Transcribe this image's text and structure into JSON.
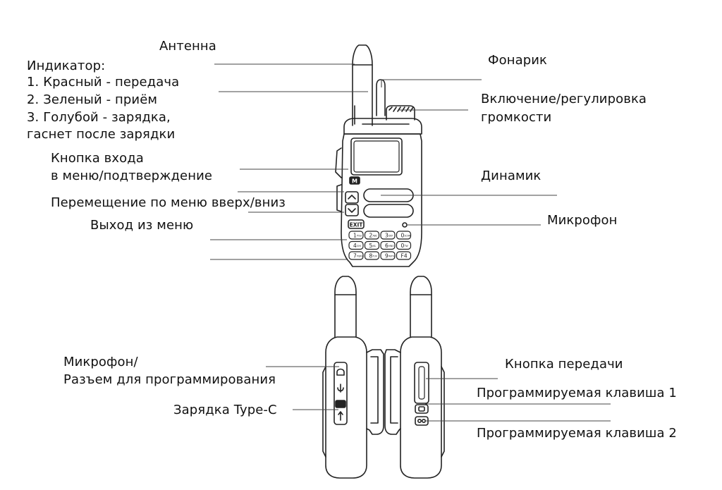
{
  "labels": {
    "antenna": "Антенна",
    "indicator_title": "Индикатор:",
    "indicator_1": " 1. Красный - передача",
    "indicator_2": " 2. Зеленый - приём",
    "indicator_3": " 3. Голубой - зарядка,",
    "indicator_4": "гаснет после зарядки",
    "menu_enter_1": "Кнопка входа",
    "menu_enter_2": "в меню/подтверждение",
    "menu_nav": "Перемещение по меню вверх/вниз",
    "menu_exit": "Выход из меню",
    "flashlight": "Фонарик",
    "power_1": "Включение/регулировка",
    "power_2": "громкости",
    "speaker": "Динамик",
    "microphone": "Микрофон",
    "mic_jack_1": "Микрофон/",
    "mic_jack_2": "Разъем для программирования",
    "charging": "Зарядка Type-C",
    "ptt": "Кнопка передачи",
    "prog_key_1": "Программируемая клавиша 1",
    "prog_key_2": "Программируемая клавиша 2"
  },
  "device": {
    "logo": "M",
    "exit_key": "EXIT",
    "keys": [
      {
        "main": "1",
        "sub": "Prior"
      },
      {
        "main": "2",
        "sub": "ABC"
      },
      {
        "main": "3",
        "sub": "DEF"
      },
      {
        "main": "0",
        "sub": "SCAN"
      },
      {
        "main": "4",
        "sub": "GHI"
      },
      {
        "main": "5",
        "sub": "JKL"
      },
      {
        "main": "6",
        "sub": "MNO"
      },
      {
        "main": "0",
        "sub": "TW"
      },
      {
        "main": "7",
        "sub": "PQRS"
      },
      {
        "main": "8",
        "sub": "TUV"
      },
      {
        "main": "9",
        "sub": "WXYZ"
      },
      {
        "main": "F4",
        "sub": ""
      }
    ]
  },
  "colors": {
    "line": "#444444",
    "text": "#111111",
    "background": "#ffffff"
  }
}
